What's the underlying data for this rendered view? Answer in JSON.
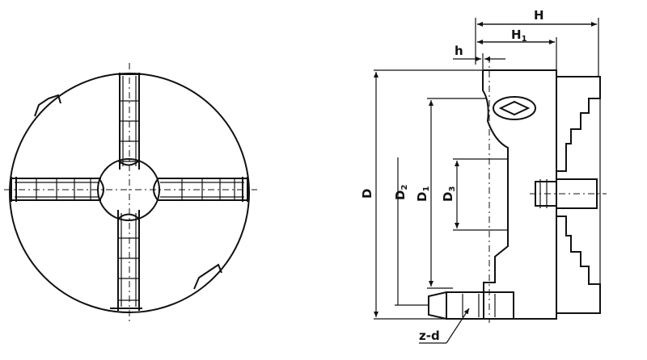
{
  "labels": {
    "H": "H",
    "H1_main": "H",
    "H1_sub": "1",
    "h": "h",
    "D": "D",
    "D2_main": "D",
    "D2_sub": "2",
    "D1_main": "D",
    "D1_sub": "1",
    "D3_main": "D",
    "D3_sub": "3",
    "zd": "z-d"
  },
  "colors": {
    "line": "#111111",
    "background": "#ffffff"
  }
}
